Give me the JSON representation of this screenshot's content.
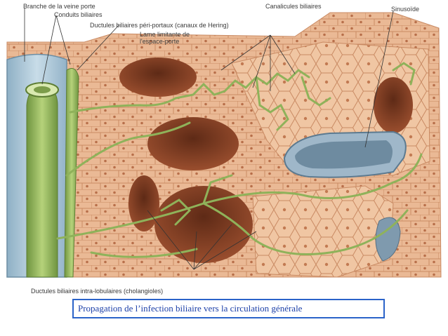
{
  "labels": {
    "branche_veine_porte": "Branche de la veine porte",
    "conduits_biliaires": "Conduits biliaires",
    "ductules_periportaux": "Ductules biliaires péri-portaux (canaux de Hering)",
    "lame_limitante_line1": "Lame limitante de",
    "lame_limitante_line2": "l'espace-porte",
    "canalicules_biliaires": "Canalicules biliaires",
    "sinusoide": "Sinusoïde",
    "ductules_intralobulaires": "Ductules biliaires intra-lobulaires (cholangioles)"
  },
  "caption": "Propagation de l’infection biliaire vers la circulation générale",
  "colors": {
    "tissue": "#e8b894",
    "tissue_dark": "#c98a63",
    "duct_green": "#8fb25a",
    "vein_blue": "#a9c4d6",
    "caption_border": "#2b63c9",
    "caption_text": "#1b3fa8"
  }
}
